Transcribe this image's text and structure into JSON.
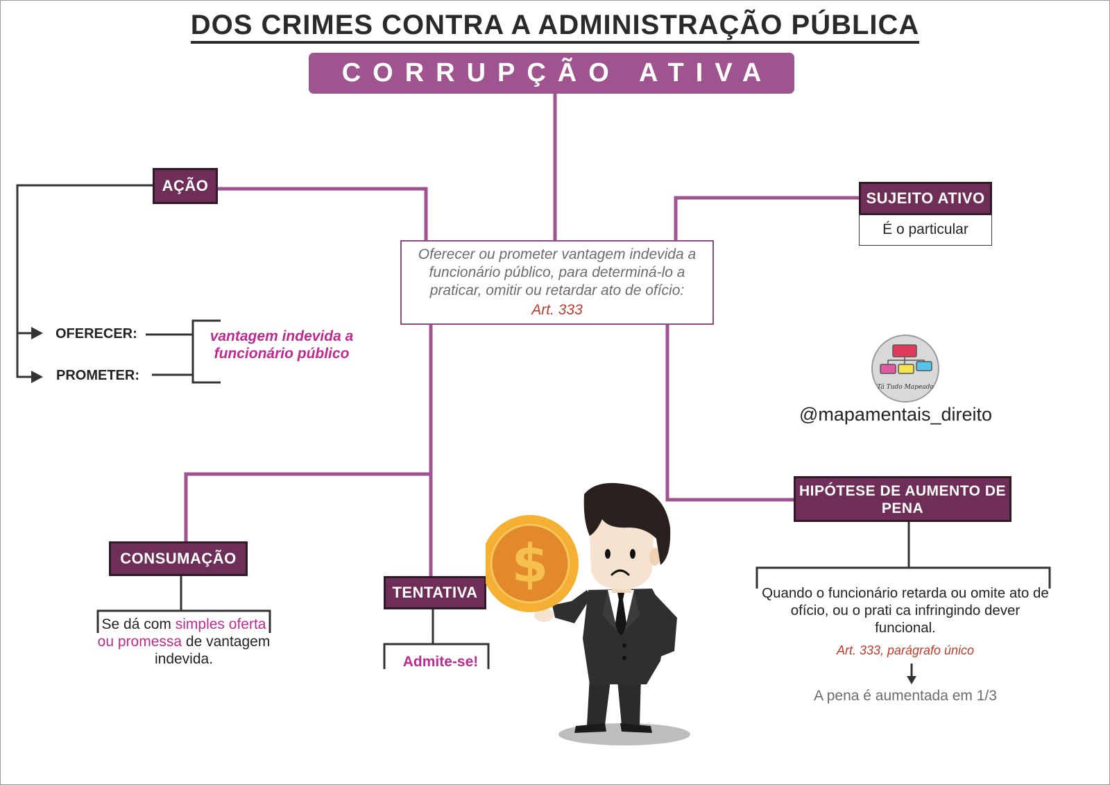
{
  "header": {
    "title": "DOS CRIMES CONTRA A ADMINISTRAÇÃO PÚBLICA",
    "topic": "CORRUPÇÃO ATIVA"
  },
  "definition": {
    "text": "Oferecer ou prometer vantagem indevida a funcionário público, para determiná-lo a praticar, omitir ou retardar ato de ofício:",
    "article": "Art. 333"
  },
  "acao": {
    "label": "AÇÃO",
    "verbs": [
      "OFERECER:",
      "PROMETER:"
    ],
    "object": "vantagem indevida a funcionário público"
  },
  "sujeito_ativo": {
    "label": "SUJEITO ATIVO",
    "value": "É o particular"
  },
  "consumacao": {
    "label": "CONSUMAÇÃO",
    "text_before": "Se dá com ",
    "text_highlight": "simples oferta ou promessa",
    "text_after": " de vantagem indevida."
  },
  "tentativa": {
    "label": "TENTATIVA",
    "value": "Admite-se!"
  },
  "aumento_pena": {
    "label": "HIPÓTESE DE AUMENTO DE PENA",
    "text": "Quando o funcionário retarda ou omite ato de ofício, ou o prati    ca infringindo dever funcional.",
    "article": "Art. 333, parágrafo único",
    "result": "A pena é aumentada em 1/3"
  },
  "branding": {
    "logo_text": "Tá Tudo Mapeado",
    "handle": "@mapamentais_direito"
  },
  "colors": {
    "banner": "#a0548f",
    "label_box": "#6e2e58",
    "connector": "#a0548f",
    "highlight": "#c0298f",
    "article": "#c0392b"
  },
  "icons": [
    "coin-dollar-icon",
    "businessman-illustration",
    "logo-mindmap-icon"
  ]
}
